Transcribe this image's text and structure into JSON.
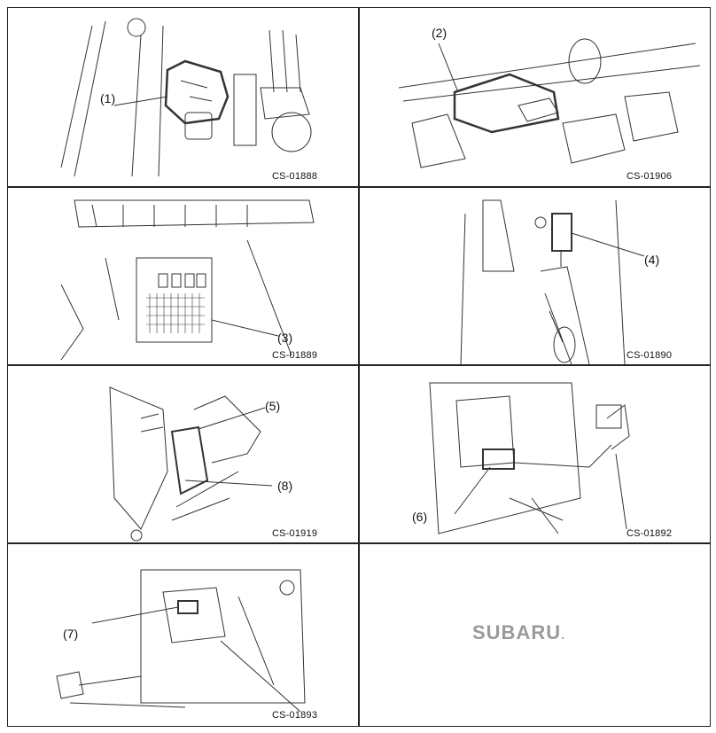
{
  "panels": [
    {
      "code": "CS-01888",
      "callouts": [
        "(1)"
      ]
    },
    {
      "code": "CS-01906",
      "callouts": [
        "(2)"
      ]
    },
    {
      "code": "CS-01889",
      "callouts": [
        "(3)"
      ]
    },
    {
      "code": "CS-01890",
      "callouts": [
        "(4)"
      ]
    },
    {
      "code": "CS-01919",
      "callouts": [
        "(5)",
        "(8)"
      ]
    },
    {
      "code": "CS-01892",
      "callouts": [
        "(6)"
      ]
    },
    {
      "code": "CS-01893",
      "callouts": [
        "(7)"
      ]
    }
  ],
  "logo": {
    "text": "SUBARU",
    "mark": "."
  }
}
